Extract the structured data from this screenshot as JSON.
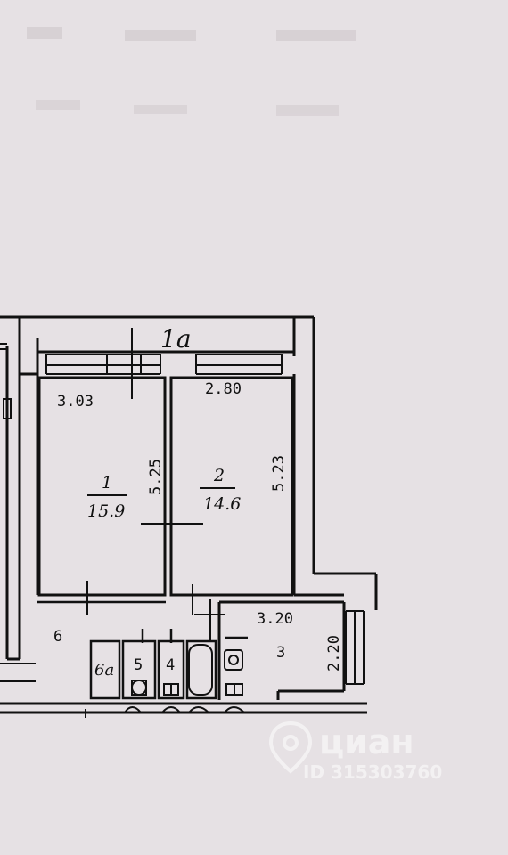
{
  "plan": {
    "balcony": {
      "label": "1а"
    },
    "rooms": [
      {
        "id": "room-1",
        "number": "1",
        "area": "15.9",
        "width": "3.03",
        "length": "5.25"
      },
      {
        "id": "room-2",
        "number": "2",
        "area": "14.6",
        "width": "2.80",
        "length": "5.23"
      },
      {
        "id": "room-3",
        "number": "3",
        "width": "3.20",
        "length": "2.20"
      }
    ],
    "small_rooms": [
      {
        "id": "room-6",
        "label": "6"
      },
      {
        "id": "room-6a",
        "label": "6а"
      },
      {
        "id": "room-5",
        "label": "5"
      },
      {
        "id": "room-4",
        "label": "4"
      }
    ]
  },
  "watermark": {
    "brand": "циан",
    "listing_id": "ID 315303760"
  },
  "colors": {
    "paper": "#e6e1e4",
    "ink": "#111111"
  }
}
